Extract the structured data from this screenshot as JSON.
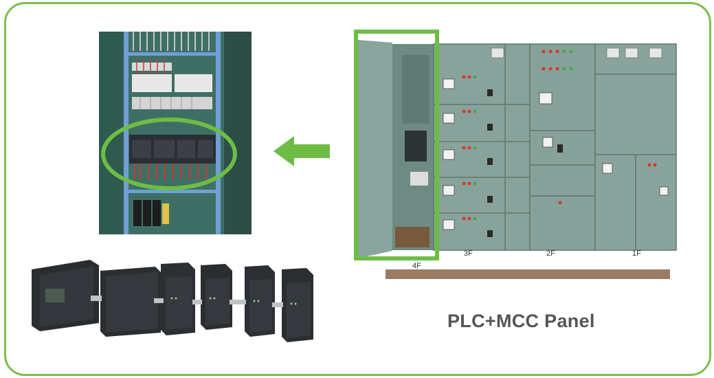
{
  "caption": "PLC+MCC Panel",
  "colors": {
    "frame_green": "#7bbf4a",
    "highlight_green": "#6dbd45",
    "panel_grey": "#7f9a92",
    "caption_text": "#555555"
  },
  "panel_labels": {
    "section_4": "4F",
    "section_3": "3F",
    "section_2": "2F",
    "section_1": "1F"
  },
  "icons": [
    "left-arrow-icon"
  ]
}
